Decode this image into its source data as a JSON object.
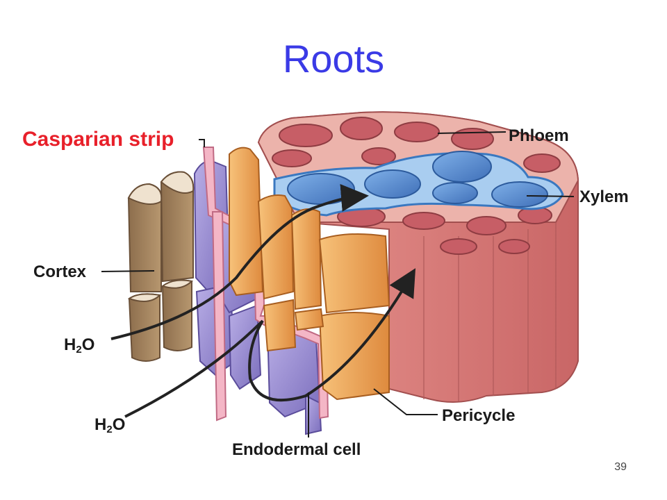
{
  "title": "Roots",
  "labels": {
    "casparian_strip": "Casparian strip",
    "phloem": "Phloem",
    "xylem": "Xylem",
    "cortex": "Cortex",
    "water_1": "H",
    "water_1_sub": "2",
    "water_1_tail": "O",
    "water_2": "H",
    "water_2_sub": "2",
    "water_2_tail": "O",
    "pericycle": "Pericycle",
    "endodermal_cell": "Endodermal cell"
  },
  "page_number": "39",
  "colors": {
    "title": "#3a3ae6",
    "casparian_label": "#e8202a",
    "cortex": "#a98a66",
    "endodermis": "#9b8fd0",
    "casparian_band": "#f4b6c6",
    "pericycle": "#f2a85e",
    "phloem": "#d9797e",
    "xylem": "#6a9bd8"
  }
}
